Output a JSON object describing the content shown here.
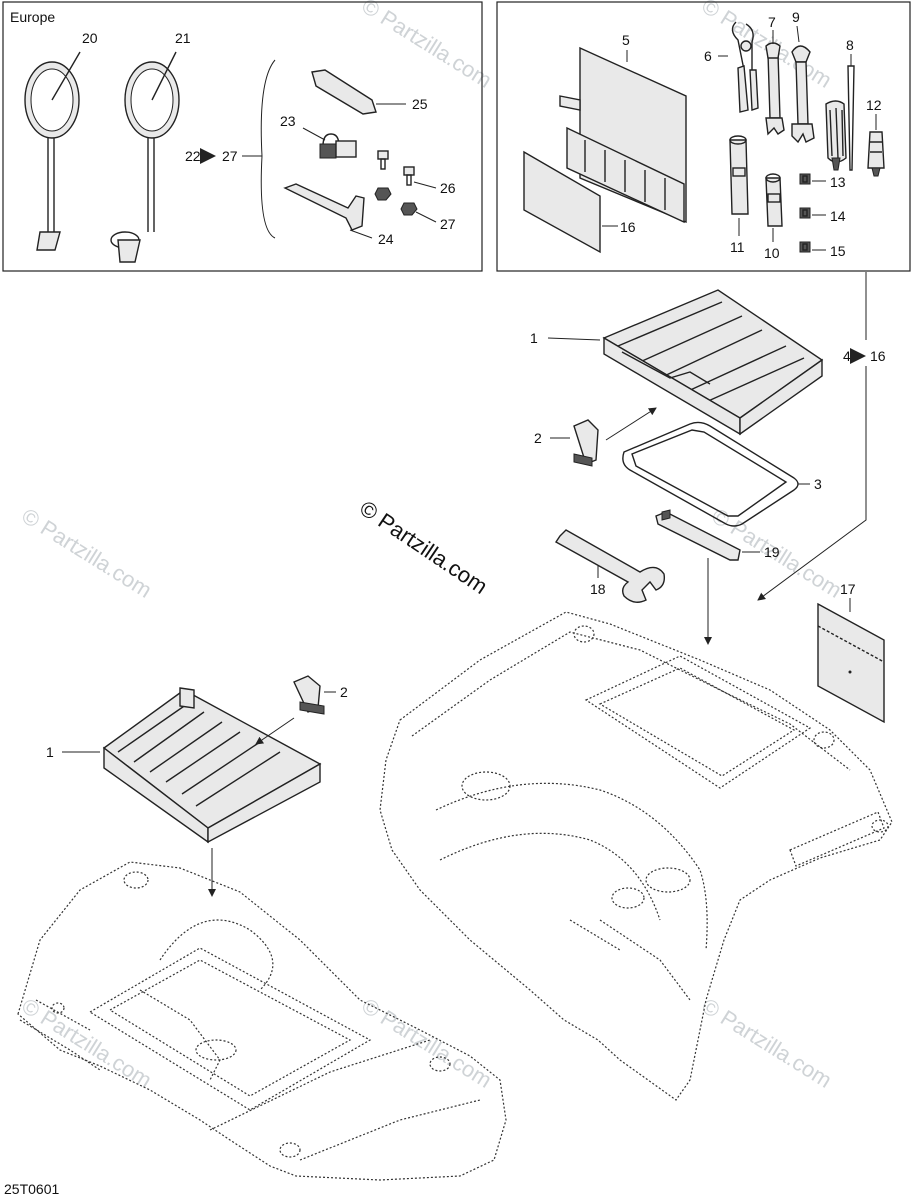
{
  "region_label": "Europe",
  "watermark": "© Partzilla.com",
  "center_watermark": "© Partzilla.com",
  "diagram_code": "25T0601",
  "callouts": {
    "c1a": "1",
    "c1b": "1",
    "c2a": "2",
    "c2b": "2",
    "c3": "3",
    "c5": "5",
    "c6": "6",
    "c7": "7",
    "c8": "8",
    "c9": "9",
    "c10": "10",
    "c11": "11",
    "c12": "12",
    "c13": "13",
    "c14": "14",
    "c15": "15",
    "c16": "16",
    "c17": "17",
    "c18": "18",
    "c19": "19",
    "c20": "20",
    "c21": "21",
    "c23": "23",
    "c24": "24",
    "c25": "25",
    "c26": "26",
    "c27": "27"
  },
  "ranges": {
    "r22_27": {
      "from": "22",
      "to": "27"
    },
    "r4_16": {
      "from": "4",
      "to": "16"
    }
  }
}
